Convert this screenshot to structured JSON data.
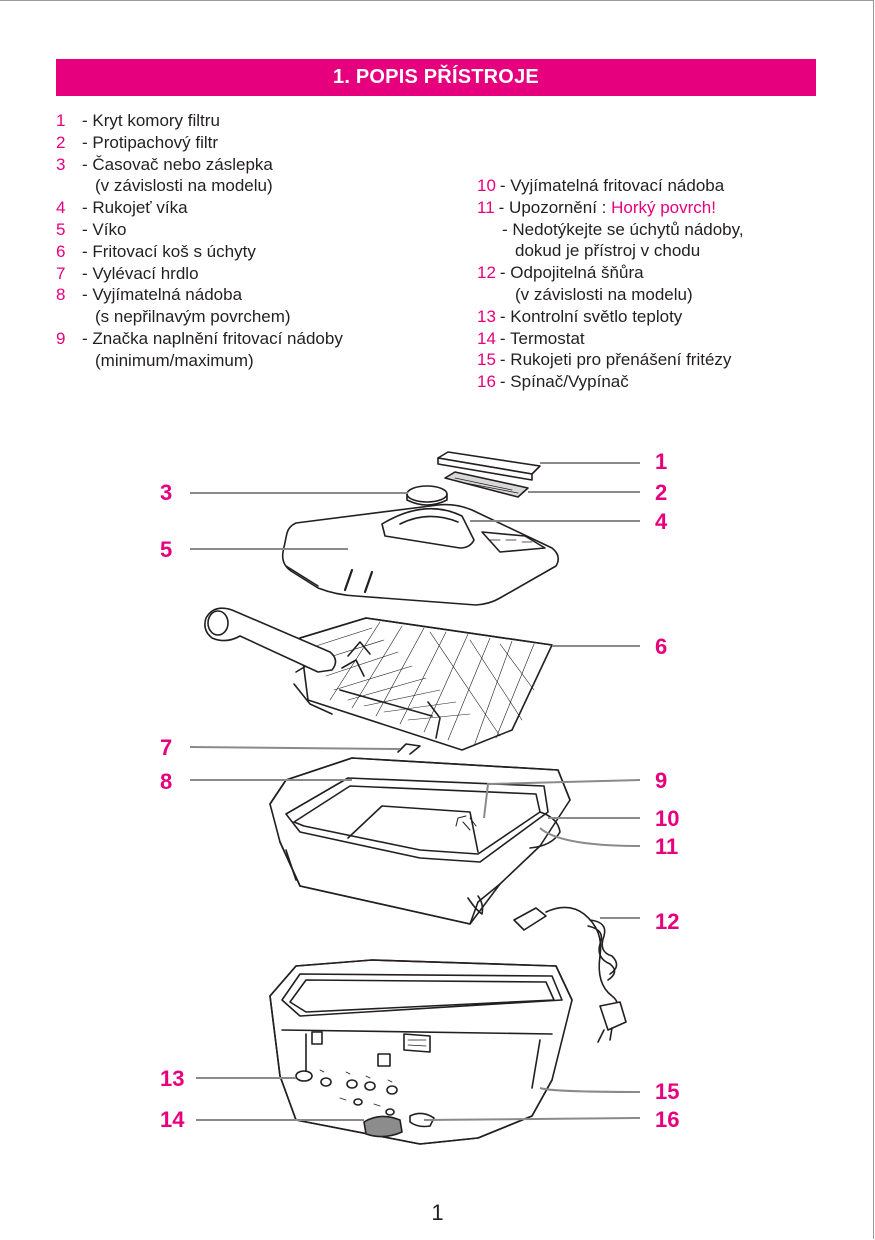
{
  "header": {
    "title": "1. POPIS PŘÍSTROJE"
  },
  "parts_left": [
    {
      "num": "1",
      "text": "- Kryt komory filtru"
    },
    {
      "num": "2",
      "text": "- Protipachový filtr"
    },
    {
      "num": "3",
      "text": "- Časovač nebo záslepka",
      "cont": "(v závislosti na modelu)"
    },
    {
      "num": "4",
      "text": "- Rukojeť víka"
    },
    {
      "num": "5",
      "text": "- Víko"
    },
    {
      "num": "6",
      "text": "- Fritovací koš s úchyty"
    },
    {
      "num": "7",
      "text": "- Vylévací hrdlo"
    },
    {
      "num": "8",
      "text": "- Vyjímatelná nádoba",
      "cont": "(s nepřilnavým povrchem)"
    },
    {
      "num": "9",
      "text": "- Značka naplnění fritovací nádoby",
      "cont": "(minimum/maximum)"
    }
  ],
  "parts_right": [
    {
      "num": "10",
      "text": "- Vyjímatelná fritovací nádoba"
    },
    {
      "num": "11",
      "text": "- Upozornění : ",
      "warning": "Horký povrch!",
      "cont1": "- Nedotýkejte se úchytů nádoby,",
      "cont2": "dokud je přístroj v chodu"
    },
    {
      "num": "12",
      "text": "- Odpojitelná šňůra",
      "cont": "(v závislosti na modelu)"
    },
    {
      "num": "13",
      "text": "- Kontrolní světlo teploty"
    },
    {
      "num": "14",
      "text": "- Termostat"
    },
    {
      "num": "15",
      "text": "- Rukojeti pro přenášení fritézy"
    },
    {
      "num": "16",
      "text": "- Spínač/Vypínač"
    }
  ],
  "diagram": {
    "callouts": [
      "1",
      "2",
      "3",
      "4",
      "5",
      "6",
      "7",
      "8",
      "9",
      "10",
      "11",
      "12",
      "13",
      "14",
      "15",
      "16"
    ]
  },
  "footer": {
    "page_number": "1"
  },
  "colors": {
    "accent": "#e6007e",
    "text": "#231f20",
    "line": "#8a8a8a"
  }
}
